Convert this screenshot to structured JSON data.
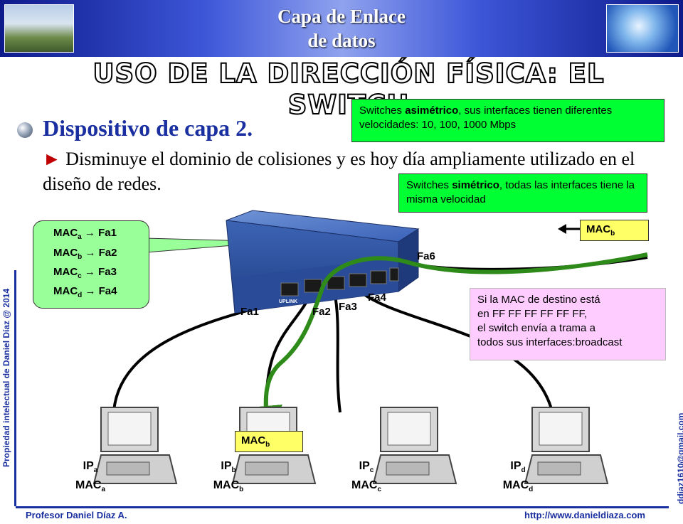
{
  "header": {
    "title_line1": "Capa de Enlace",
    "title_line2": "de datos"
  },
  "slide_title": "USO DE LA DIRECCIÓN FÍSICA: EL SWITCH",
  "bullets": {
    "main": "Dispositivo de capa 2.",
    "sub_arrow": "►",
    "sub": "Disminuye el dominio de colisiones y es hoy día ampliamente utilizado en el diseño de redes."
  },
  "callouts": {
    "asym_pre": "Switches ",
    "asym_bold": "asimétrico",
    "asym_post": ", sus interfaces tienen diferentes velocidades: 10, 100, 1000 Mbps",
    "sym_pre": "Switches ",
    "sym_bold": "simétrico",
    "sym_post": ", todas las interfaces tiene la misma velocidad",
    "broadcast": [
      "Si la MAC de destino está",
      "en FF FF FF FF FF FF,",
      "el switch envía a trama a",
      "todos sus interfaces:broadcast"
    ]
  },
  "mac_table": [
    {
      "mac": "MAC",
      "sub": "a",
      "arrow": "→",
      "port": "Fa1"
    },
    {
      "mac": "MAC",
      "sub": "b",
      "arrow": "→",
      "port": "Fa2"
    },
    {
      "mac": "MAC",
      "sub": "c",
      "arrow": "→",
      "port": "Fa3"
    },
    {
      "mac": "MAC",
      "sub": "d",
      "arrow": "→",
      "port": "Fa4"
    }
  ],
  "frame_in": {
    "mac": "MAC",
    "sub": "b"
  },
  "frame_out": {
    "mac": "MAC",
    "sub": "b"
  },
  "ports": {
    "fa1": "Fa1",
    "fa2": "Fa2",
    "fa3": "Fa3",
    "fa4": "Fa4",
    "fa6": "Fa6"
  },
  "switch_brand": "UPLINK",
  "pcs": [
    {
      "ip": "IP",
      "mac": "MAC",
      "sub": "a"
    },
    {
      "ip": "IP",
      "mac": "MAC",
      "sub": "b"
    },
    {
      "ip": "IP",
      "mac": "MAC",
      "sub": "c"
    },
    {
      "ip": "IP",
      "mac": "MAC",
      "sub": "d"
    }
  ],
  "sidebar_left": "Propiedad intelectual de Daniel Díaz @ 2014",
  "sidebar_right": "ddiaz1610@gmail.com",
  "footer": {
    "author": "Profesor Daniel Díaz A.",
    "url": "http://www.danieldiaza.com"
  },
  "colors": {
    "navy": "#1a2fa0",
    "green_box": "#00ff33",
    "table_green": "#99ff99",
    "frame_yellow": "#ffff66",
    "broadcast_pink": "#ffccff",
    "path_green": "#2e8b1a"
  }
}
